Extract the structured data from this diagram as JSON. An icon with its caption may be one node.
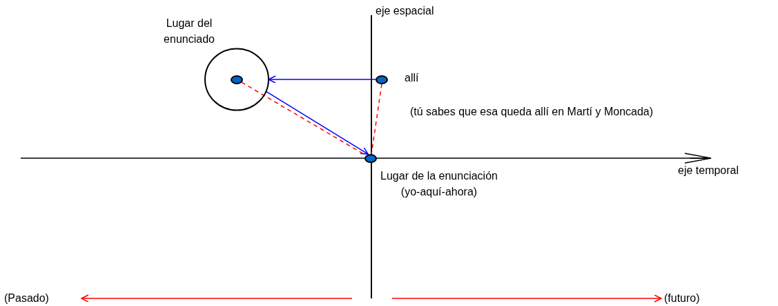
{
  "diagram": {
    "nodes": [
      {
        "text": [
          "Lugar del enunciado"
        ]
      },
      {
        "text": [],
        "shape": "circle",
        "in": 0
      },
      {
        "text": [],
        "shape": "circle",
        "beside": [
          "allí"
        ]
      },
      {
        "text": [],
        "shape": "circle",
        "beside": [
          "Lugar de la enunciación (yo-aquí-ahora)"
        ]
      },
      {
        "text": [
          "(Pasado)"
        ]
      },
      {
        "text": [
          "(futuro)"
        ]
      }
    ],
    "edges": [
      {
        "from": 2,
        "to": 0,
        "arrow": "to",
        "color": "#0000ff"
      },
      {
        "from": 0,
        "to": 3,
        "arrow": "to",
        "color": "#0000ff"
      },
      {
        "from": 1,
        "to": 3,
        "arrow": "none",
        "style": "dashed",
        "color": "#ff0000"
      },
      {
        "from": 2,
        "to": 3,
        "arrow": "none",
        "style": "dashed",
        "color": "#ff0000"
      },
      {
        "from": null,
        "to": 4,
        "arrow": "to",
        "color": "#ff0000"
      },
      {
        "from": null,
        "to": 5,
        "arrow": "to",
        "color": "#ff0000"
      }
    ],
    "labels": [
      "eje espacial",
      "(tú sabes que esa queda allí en Martí y Moncada)",
      "eje temporal"
    ]
  }
}
